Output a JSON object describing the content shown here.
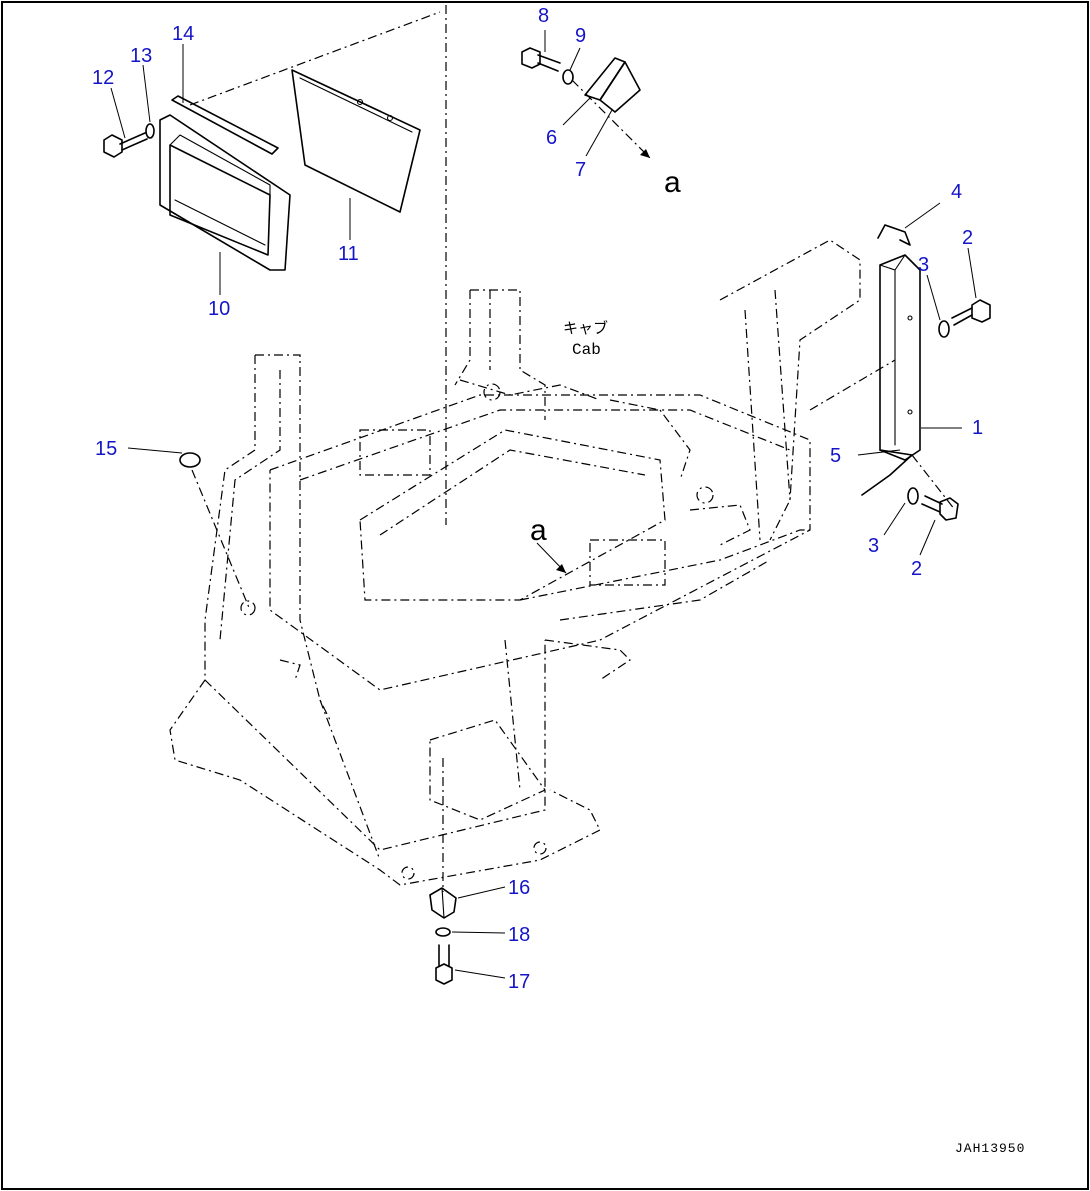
{
  "drawing": {
    "number": "JAH13950",
    "label_jp": "キャブ",
    "label_en": "Cab",
    "reference_mark": "a"
  },
  "callouts": [
    {
      "id": "1",
      "text": "1"
    },
    {
      "id": "2",
      "text": "2"
    },
    {
      "id": "3",
      "text": "3"
    },
    {
      "id": "4",
      "text": "4"
    },
    {
      "id": "5",
      "text": "5"
    },
    {
      "id": "6",
      "text": "6"
    },
    {
      "id": "7",
      "text": "7"
    },
    {
      "id": "8",
      "text": "8"
    },
    {
      "id": "9",
      "text": "9"
    },
    {
      "id": "10",
      "text": "10"
    },
    {
      "id": "11",
      "text": "11"
    },
    {
      "id": "12",
      "text": "12"
    },
    {
      "id": "13",
      "text": "13"
    },
    {
      "id": "14",
      "text": "14"
    },
    {
      "id": "15",
      "text": "15"
    },
    {
      "id": "16",
      "text": "16"
    },
    {
      "id": "17",
      "text": "17"
    },
    {
      "id": "18",
      "text": "18"
    }
  ],
  "colors": {
    "callout": "#1515c8",
    "line": "#000000",
    "background": "#ffffff"
  }
}
